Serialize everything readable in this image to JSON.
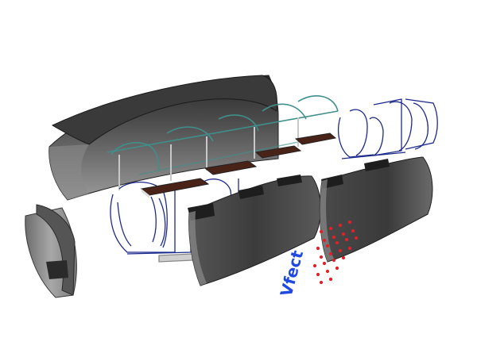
{
  "scene": {
    "background": "#ffffff",
    "colors": {
      "shell_dark": "#3a3a3a",
      "shell_mid": "#707070",
      "shell_light": "#b5b5b5",
      "frame_blue": "#1c2a8c",
      "glass_teal": "#3f8f8a",
      "shelf_wood": "#4a2318",
      "post_grey": "#c8c8c8",
      "dot_red": "#e0202b",
      "text_blue": "#1f49e0"
    },
    "components": {
      "roof_shell": "roof-shell",
      "front_arch_ring": "front-arch-ring",
      "frame_structure": "frame-structure",
      "glass_canopy": "glass-canopy",
      "shelves": "display-shelves",
      "side_panel_left": "side-panel-left",
      "side_panel_right": "side-panel-right",
      "rear_frames": "rear-frames",
      "perforation_pattern": "perforation-pattern"
    },
    "logo": {
      "text": "Vfect",
      "color": "#1f49e0"
    }
  }
}
